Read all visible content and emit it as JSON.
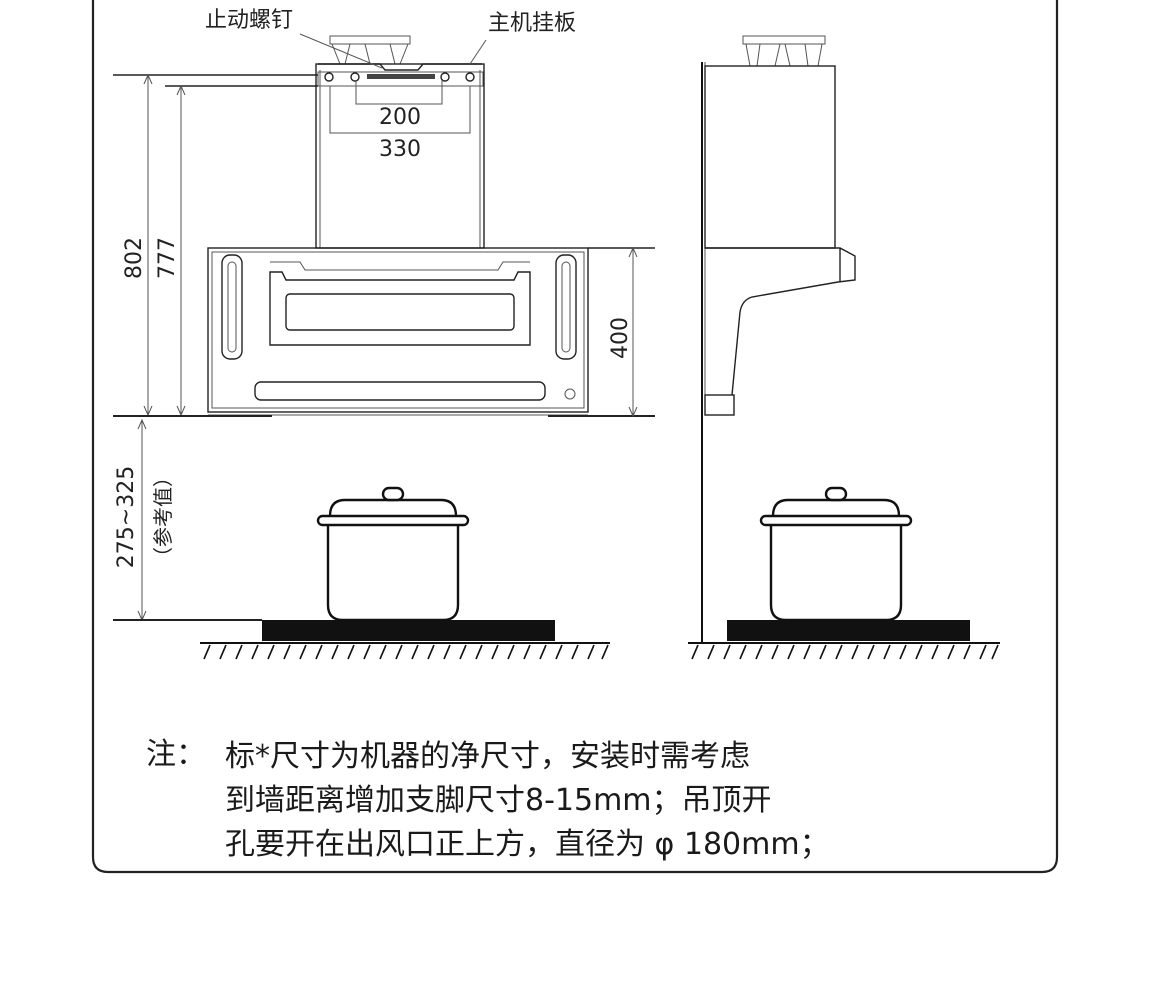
{
  "labels": {
    "stop_screw": "止动螺钉",
    "mounting_plate": "主机挂板"
  },
  "dimensions": {
    "inner_width": "200",
    "outer_width": "330",
    "total_height": "802",
    "body_height_to_plate": "777",
    "panel_height": "400",
    "cooktop_clearance": "275~325",
    "cooktop_clearance_note": "（参考值）"
  },
  "note": {
    "prefix": "注：",
    "lines": [
      "标*尺寸为机器的净尺寸，安装时需考虑",
      "到墙距离增加支脚尺寸8-15mm；吊顶开",
      "孔要开在出风口正上方，直径为 φ 180mm；"
    ]
  }
}
